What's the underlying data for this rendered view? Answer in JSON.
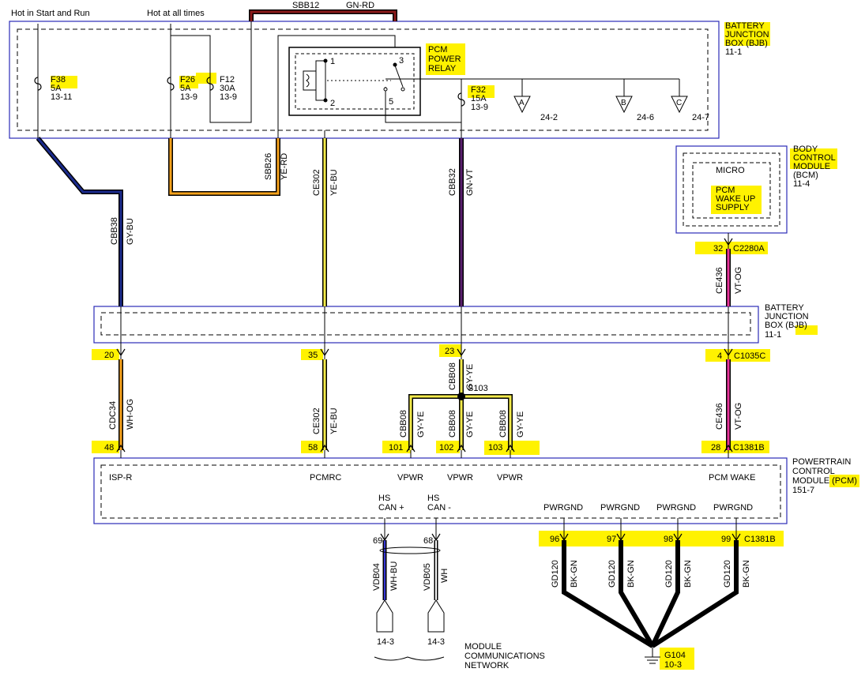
{
  "top_labels": {
    "hot_start_run": "Hot in Start and Run",
    "hot_all_times": "Hot at all times"
  },
  "top_wire": {
    "circuit": "SBB12",
    "color": "GN-RD"
  },
  "bjb_top": {
    "l1": "BATTERY",
    "l2": "JUNCTION",
    "l3": "BOX (BJB)",
    "ref": "11-1"
  },
  "fuses": {
    "f38": {
      "name": "F38",
      "amp": "5A",
      "ref": "13-11"
    },
    "f26": {
      "name": "F26",
      "amp": "5A",
      "ref": "13-9"
    },
    "f12": {
      "name": "F12",
      "amp": "30A",
      "ref": "13-9"
    },
    "f32": {
      "name": "F32",
      "amp": "15A",
      "ref": "13-9"
    }
  },
  "relay": {
    "l1": "PCM",
    "l2": "POWER",
    "l3": "RELAY",
    "p1": "1",
    "p2": "2",
    "p3": "3",
    "p5": "5"
  },
  "connectors_top": {
    "a": {
      "letter": "A",
      "ref": "24-2"
    },
    "b": {
      "letter": "B",
      "ref": "24-6"
    },
    "c": {
      "letter": "C",
      "ref": "24-7"
    }
  },
  "wires": {
    "cbb38": {
      "circuit": "CBB38",
      "color": "GY-BU"
    },
    "sbb26": {
      "circuit": "SBB26",
      "color": "YE-RD"
    },
    "ce302a": {
      "circuit": "CE302",
      "color": "YE-BU"
    },
    "cbb32": {
      "circuit": "CBB32",
      "color": "GN-VT"
    },
    "ce436a": {
      "circuit": "CE436",
      "color": "VT-OG"
    },
    "cdc34": {
      "circuit": "CDC34",
      "color": "WH-OG"
    },
    "ce302b": {
      "circuit": "CE302",
      "color": "YE-BU"
    },
    "cbb08a": {
      "circuit": "CBB08",
      "color": "GY-YE"
    },
    "cbb08b": {
      "circuit": "CBB08",
      "color": "GY-YE"
    },
    "cbb08c": {
      "circuit": "CBB08",
      "color": "GY-YE"
    },
    "cbb08d": {
      "circuit": "CBB08",
      "color": "GY-YE"
    },
    "ce436b": {
      "circuit": "CE436",
      "color": "VT-OG"
    },
    "vdb04": {
      "circuit": "VDB04",
      "color": "WH-BU"
    },
    "vdb05": {
      "circuit": "VDB05",
      "color": "WH"
    },
    "gd120": {
      "circuit": "GD120",
      "color": "BK-GN"
    }
  },
  "splice": "S103",
  "bcm": {
    "l1": "BODY",
    "l2": "CONTROL",
    "l3": "MODULE",
    "l4": "(BCM)",
    "ref": "11-4",
    "micro": "MICRO",
    "s1": "PCM",
    "s2": "WAKE UP",
    "s3": "SUPPLY"
  },
  "c2280a": {
    "pin": "32",
    "name": "C2280A"
  },
  "bjb_mid": {
    "l1": "BATTERY",
    "l2": "JUNCTION",
    "l3": "BOX",
    "l3b": "(BJB)",
    "ref": "11-1"
  },
  "bjb_pins": {
    "p20": "20",
    "p35": "35",
    "p23": "23",
    "p4": "4",
    "conn": "C1035C"
  },
  "pcm_pins": {
    "p48": "48",
    "p58": "58",
    "p101": "101",
    "p102": "102",
    "p103": "103",
    "p28": "28",
    "conn": "C1381B"
  },
  "pcm": {
    "l1": "POWERTRAIN",
    "l2": "CONTROL",
    "l3": "MODULE",
    "l3b": "(PCM)",
    "ref": "151-7",
    "isp": "ISP-R",
    "pcmrc": "PCMRC",
    "vpwr": "VPWR",
    "wake": "PCM WAKE",
    "hs": "HS",
    "canp": "CAN +",
    "canm": "CAN -",
    "pwrgnd": "PWRGND"
  },
  "can_pins": {
    "p69": "69",
    "p68": "68",
    "ref1": "14-3",
    "ref2": "14-3"
  },
  "gnd_pins": {
    "p96": "96",
    "p97": "97",
    "p98": "98",
    "p99": "99",
    "conn": "C1381B"
  },
  "network": {
    "l1": "MODULE",
    "l2": "COMMUNICATIONS",
    "l3": "NETWORK"
  },
  "ground": {
    "name": "G104",
    "ref": "10-3"
  },
  "colors": {
    "highlight": "#fff200",
    "box": "#2b2bb8",
    "gy_bu": "#1a2a8c",
    "orange": "#f7a21b",
    "yellow": "#f2ea4a",
    "purple": "#5a1f6e",
    "magenta": "#e8339a",
    "red": "#8b1a1a"
  }
}
